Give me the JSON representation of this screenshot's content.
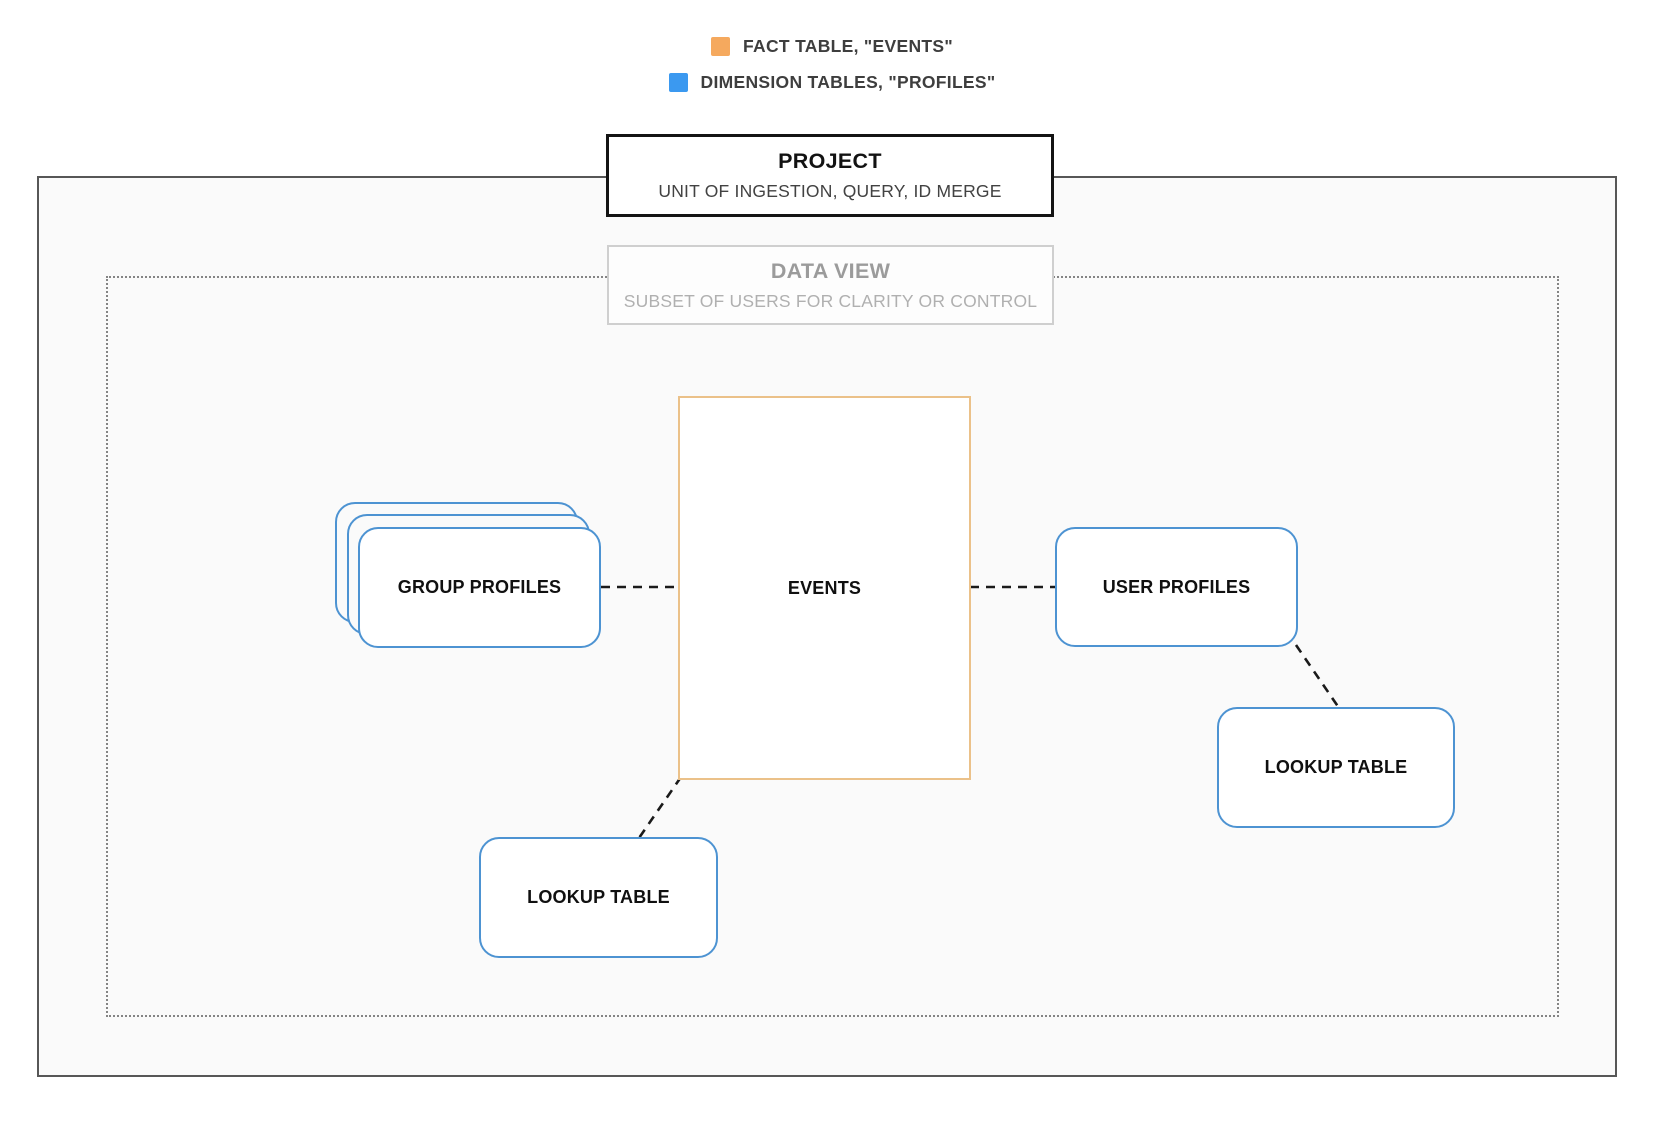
{
  "legend": {
    "items": [
      {
        "id": "fact",
        "label": "FACT TABLE, \"EVENTS\"",
        "swatch_color": "#f5a95e"
      },
      {
        "id": "dimension",
        "label": "DIMENSION TABLES, \"PROFILES\"",
        "swatch_color": "#3b99f0"
      }
    ]
  },
  "project": {
    "title": "PROJECT",
    "subtitle": "UNIT OF INGESTION, QUERY, ID MERGE"
  },
  "data_view": {
    "title": "DATA VIEW",
    "subtitle": "SUBSET OF USERS FOR CLARITY OR CONTROL"
  },
  "nodes": {
    "events": {
      "label": "EVENTS"
    },
    "group_profiles": {
      "label": "GROUP PROFILES"
    },
    "user_profiles": {
      "label": "USER PROFILES"
    },
    "lookup_table_bottom": {
      "label": "LOOKUP TABLE"
    },
    "lookup_table_right": {
      "label": "LOOKUP TABLE"
    }
  },
  "colors": {
    "fact_swatch": "#f5a95e",
    "dimension_swatch": "#3b99f0",
    "fact_border": "#ebc189",
    "dimension_border": "#4d93d2",
    "project_border": "#141414",
    "container_border": "#575757",
    "dataview_border_dotted": "#848484"
  }
}
